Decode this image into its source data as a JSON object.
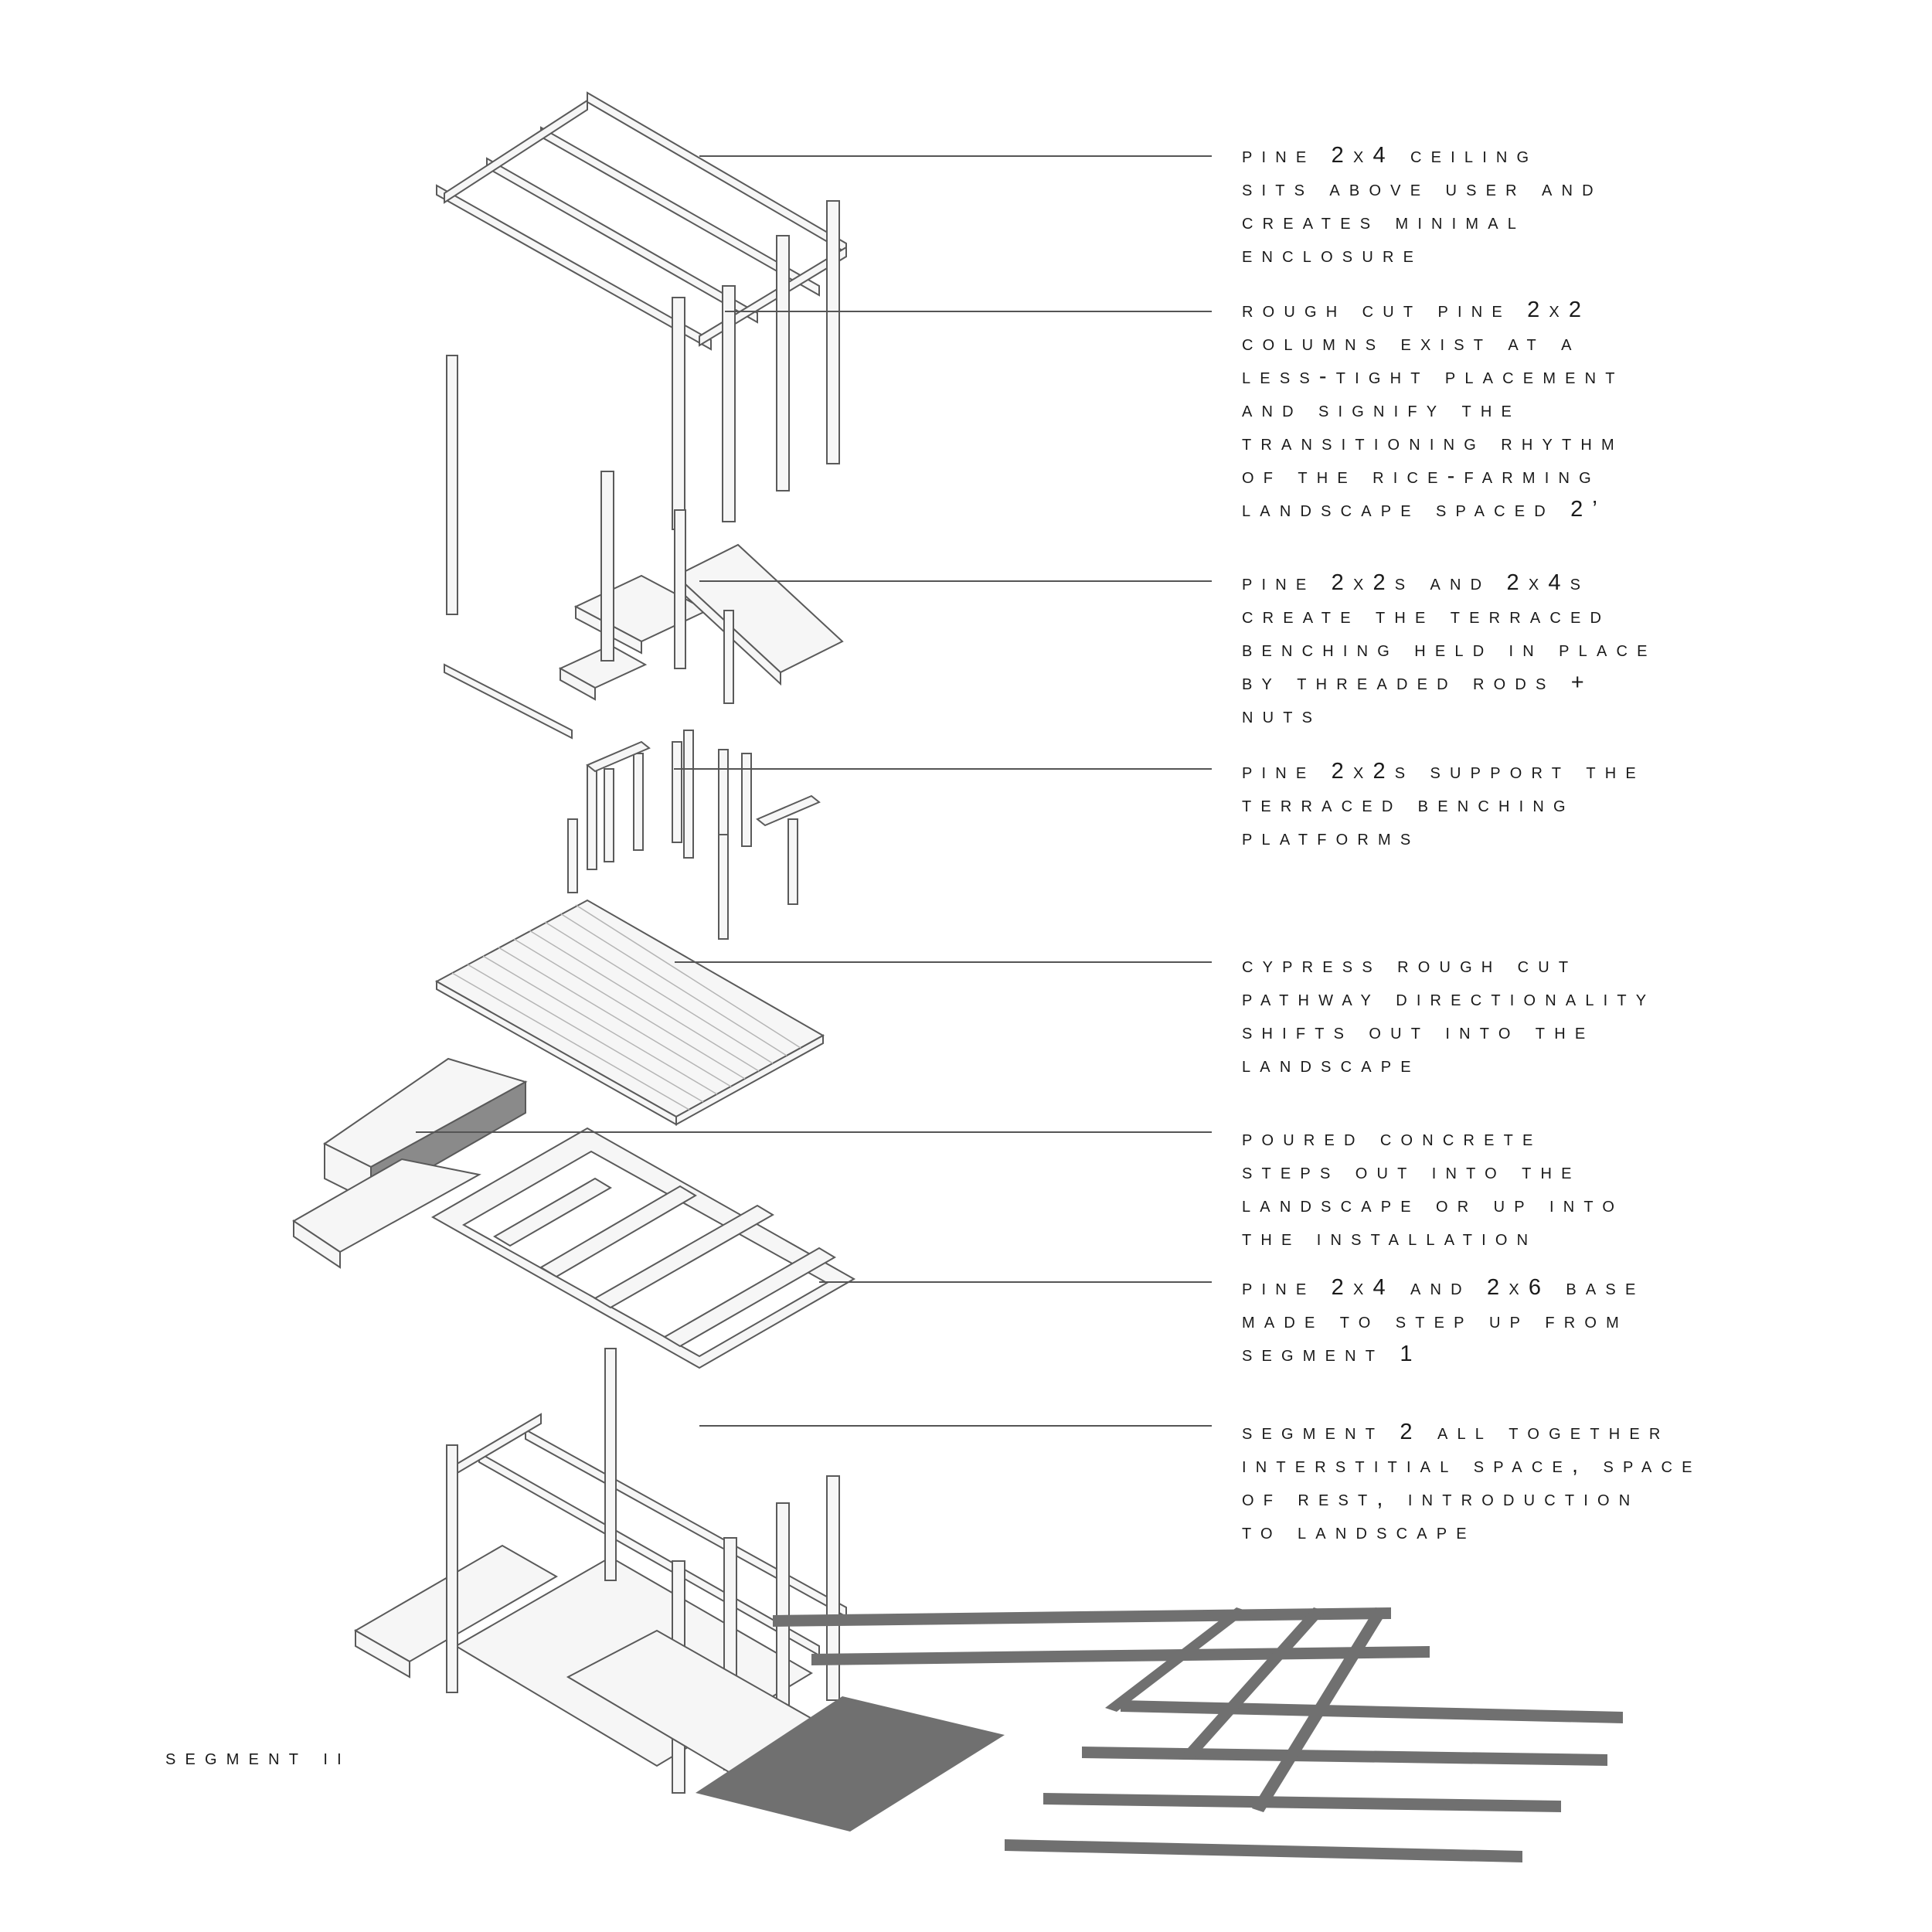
{
  "annotations": [
    {
      "id": "ceiling",
      "lines": [
        "pine 2x4 ceiling",
        "sits above user and",
        "creates minimal",
        "enclosure"
      ]
    },
    {
      "id": "columns",
      "lines": [
        "rough cut pine 2x2",
        "columns exist at a",
        "less-tight placement",
        "and signify the",
        "transitioning rhythm",
        "of the rice-farming",
        "landscape spaced 2’"
      ]
    },
    {
      "id": "benching",
      "lines": [
        "pine 2x2s and 2x4s",
        "create the terraced",
        "benching held in place",
        "by threaded rods +",
        "nuts"
      ]
    },
    {
      "id": "supports",
      "lines": [
        "pine 2x2s support the",
        "terraced benching",
        "platforms"
      ]
    },
    {
      "id": "pathway",
      "lines": [
        "cypress rough cut",
        "pathway directionality",
        "shifts out into the",
        "landscape"
      ]
    },
    {
      "id": "concrete",
      "lines": [
        "poured concrete",
        "steps out into the",
        "landscape or up into",
        "the installation"
      ]
    },
    {
      "id": "base",
      "lines": [
        "pine 2x4 and 2x6 base",
        "made to step up from",
        "segment 1"
      ]
    },
    {
      "id": "assembly",
      "lines": [
        "segment 2 all together",
        "interstitial space, space",
        "of rest, introduction",
        "to landscape"
      ]
    }
  ],
  "segment_label": "segment II",
  "colors": {
    "line": "#555555",
    "shadow": "#6e6e6e",
    "ink": "#1a1a1a",
    "member": "#f4f4f4"
  }
}
